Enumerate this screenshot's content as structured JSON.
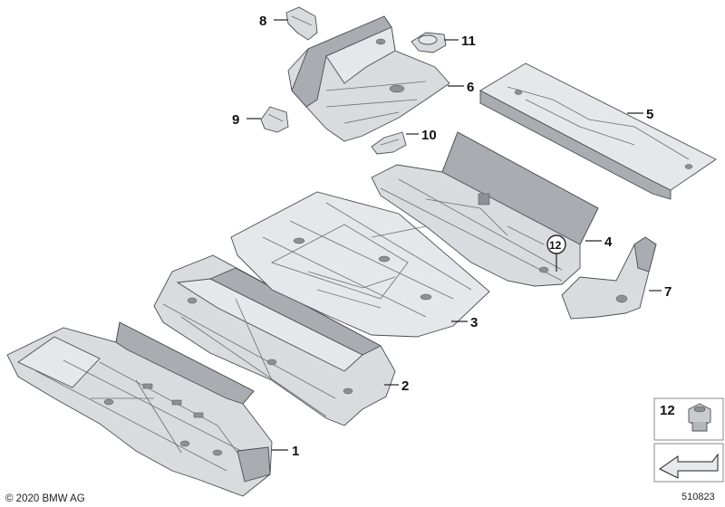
{
  "callouts": [
    "1",
    "2",
    "3",
    "4",
    "5",
    "6",
    "7",
    "8",
    "9",
    "10",
    "11"
  ],
  "circled_callout": "12",
  "legend_box": {
    "label": "12"
  },
  "copyright": "© 2020 BMW AG",
  "diagram_id": "510823"
}
